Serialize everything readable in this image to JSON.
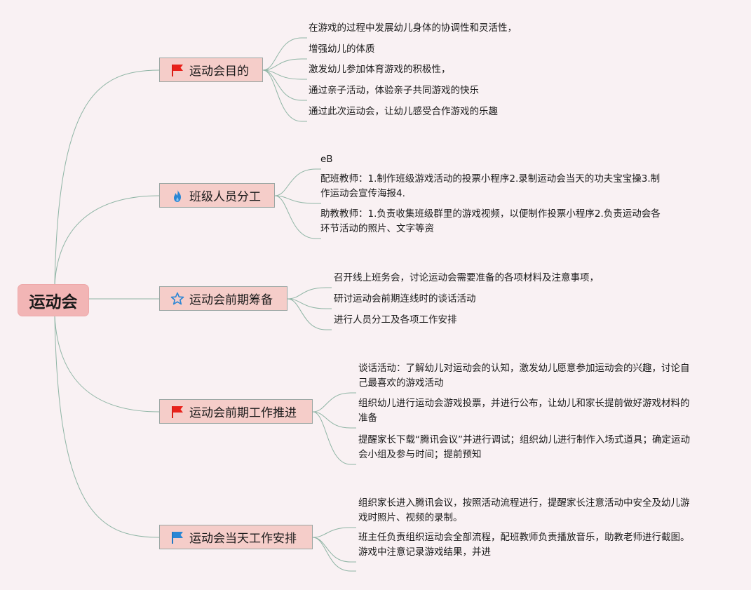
{
  "root": {
    "label": "运动会"
  },
  "branches": [
    {
      "label": "运动会目的",
      "icon": "red-flag-icon",
      "leaves": [
        [
          "在游戏的过程中发展幼儿身体的协调性和灵活性，"
        ],
        [
          "增强幼儿的体质"
        ],
        [
          "激发幼儿参加体育游戏的积极性，"
        ],
        [
          "通过亲子活动，体验亲子共同游戏的快乐"
        ],
        [
          "通过此次运动会，让幼儿感受合作游戏的乐趣"
        ]
      ]
    },
    {
      "label": "班级人员分工",
      "icon": "blue-flame-icon",
      "leaves": [
        [
          "eB"
        ],
        [
          "配班教师：1.制作班级游戏活动的投票小程序2.录制运动会当天的功夫宝宝操3.制",
          "作运动会宣传海报4."
        ],
        [
          "助教教师：1.负责收集班级群里的游戏视频，以便制作投票小程序2.负责运动会各",
          "环节活动的照片、文字等资"
        ]
      ]
    },
    {
      "label": "运动会前期筹备",
      "icon": "blue-star-icon",
      "leaves": [
        [
          "召开线上班务会，讨论运动会需要准备的各项材料及注意事项，"
        ],
        [
          "研讨运动会前期连线时的谈话活动"
        ],
        [
          "进行人员分工及各项工作安排"
        ]
      ]
    },
    {
      "label": "运动会前期工作推进",
      "icon": "red-flag-icon",
      "leaves": [
        [
          "谈话活动：了解幼儿对运动会的认知，激发幼儿愿意参加运动会的兴趣，讨论自",
          "己最喜欢的游戏活动"
        ],
        [
          "组织幼儿进行运动会游戏投票，并进行公布，让幼儿和家长提前做好游戏材料的",
          "准备"
        ],
        [
          "提醒家长下载“腾讯会议”并进行调试；组织幼儿进行制作入场式道具；确定运动",
          "会小组及参与时间；提前预知"
        ]
      ]
    },
    {
      "label": "运动会当天工作安排",
      "icon": "blue-flag-icon",
      "leaves": [
        [
          "组织家长进入腾讯会议，按照活动流程进行，提醒家长注意活动中安全及幼儿游",
          "戏时照片、视频的录制。"
        ],
        [
          "班主任负责组织运动会全部流程，配班教师负责播放音乐，助教老师进行截图。",
          "游戏中注意记录游戏结果，并进"
        ],
        []
      ]
    }
  ],
  "colors": {
    "background": "#f9f1f3",
    "root_fill": "#f2b5b5",
    "branch_fill": "#f5cdc9",
    "branch_border": "#9aa6a3",
    "line": "#8fb5a5",
    "flag_red": "#e8211b",
    "flag_blue": "#2a86d4"
  }
}
